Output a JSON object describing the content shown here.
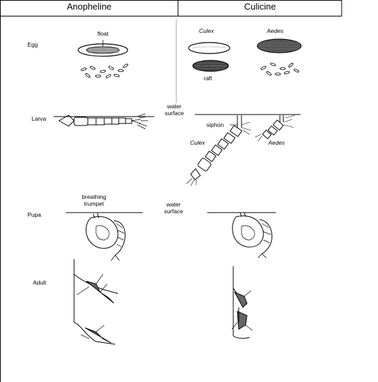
{
  "columns": {
    "left": "Anopheline",
    "right": "Culicine"
  },
  "stages": {
    "egg": "Egg",
    "larva": "Larva",
    "pupa": "Pupa",
    "adult": "Adult"
  },
  "labels": {
    "float": "float",
    "culex": "Culex",
    "aedes": "Aedes",
    "raft": "raft",
    "water_surface_line1": "water",
    "water_surface_line2": "surface",
    "siphon": "siphon",
    "breathing_trumpet_line1": "breathing",
    "breathing_trumpet_line2": "trumpet"
  }
}
